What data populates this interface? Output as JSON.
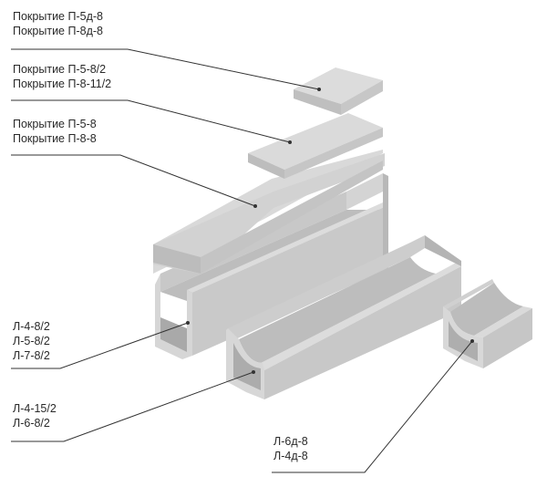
{
  "labels": {
    "group1": [
      "Покрытие П-5д-8",
      "Покрытие П-8д-8"
    ],
    "group2": [
      "Покрытие П-5-8/2",
      "Покрытие П-8-11/2"
    ],
    "group3": [
      "Покрытие П-5-8",
      "Покрытие П-8-8"
    ],
    "group4": [
      "Л-4-8/2",
      "Л-5-8/2",
      "Л-7-8/2"
    ],
    "group5": [
      "Л-4-15/2",
      "Л-6-8/2"
    ],
    "group6": [
      "Л-6д-8",
      "Л-4д-8"
    ]
  },
  "colors": {
    "concrete_top": "#d9d9d9",
    "concrete_front": "#c4c4c4",
    "concrete_side": "#b3b3b3",
    "leader_line": "#333333",
    "text": "#2a2a2a"
  }
}
